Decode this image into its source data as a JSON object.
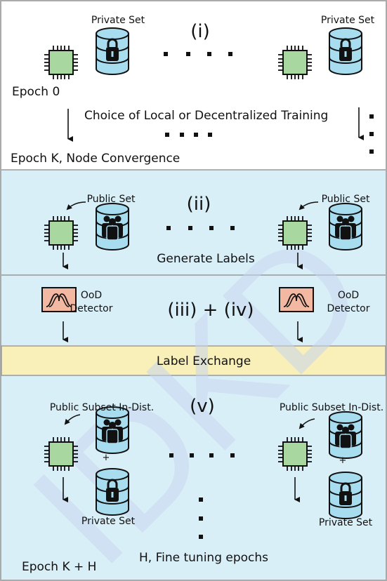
{
  "watermark": "IDKD",
  "colors": {
    "chip": "#a8d8a0",
    "database": "#a8dcef",
    "panel_blue": "#d9eff8",
    "exchange_bar": "#f8f0b8",
    "detector": "#f2b8a2"
  },
  "section1": {
    "roman": "(i)",
    "private_set_left": "Private Set",
    "private_set_right": "Private Set",
    "epoch0": "Epoch 0",
    "choice": "Choice of Local or Decentralized Training",
    "epochK": "Epoch K, Node Convergence"
  },
  "section2": {
    "roman": "(ii)",
    "public_set_left": "Public Set",
    "public_set_right": "Public Set",
    "generate": "Generate Labels"
  },
  "section3": {
    "roman": "(iii) + (iv)",
    "ood_left_1": "OoD",
    "ood_left_2": "Detector",
    "ood_right_1": "OoD",
    "ood_right_2": "Detector"
  },
  "exchange": "Label Exchange",
  "section5": {
    "roman": "(v)",
    "subset_left": "Public Subset In-Dist.",
    "subset_right": "Public Subset In-Dist.",
    "plus_left": "+",
    "plus_right": "+",
    "private_left": "Private Set",
    "private_right": "Private Set",
    "finetune": "H, Fine tuning epochs",
    "epochKH": "Epoch K + H"
  }
}
